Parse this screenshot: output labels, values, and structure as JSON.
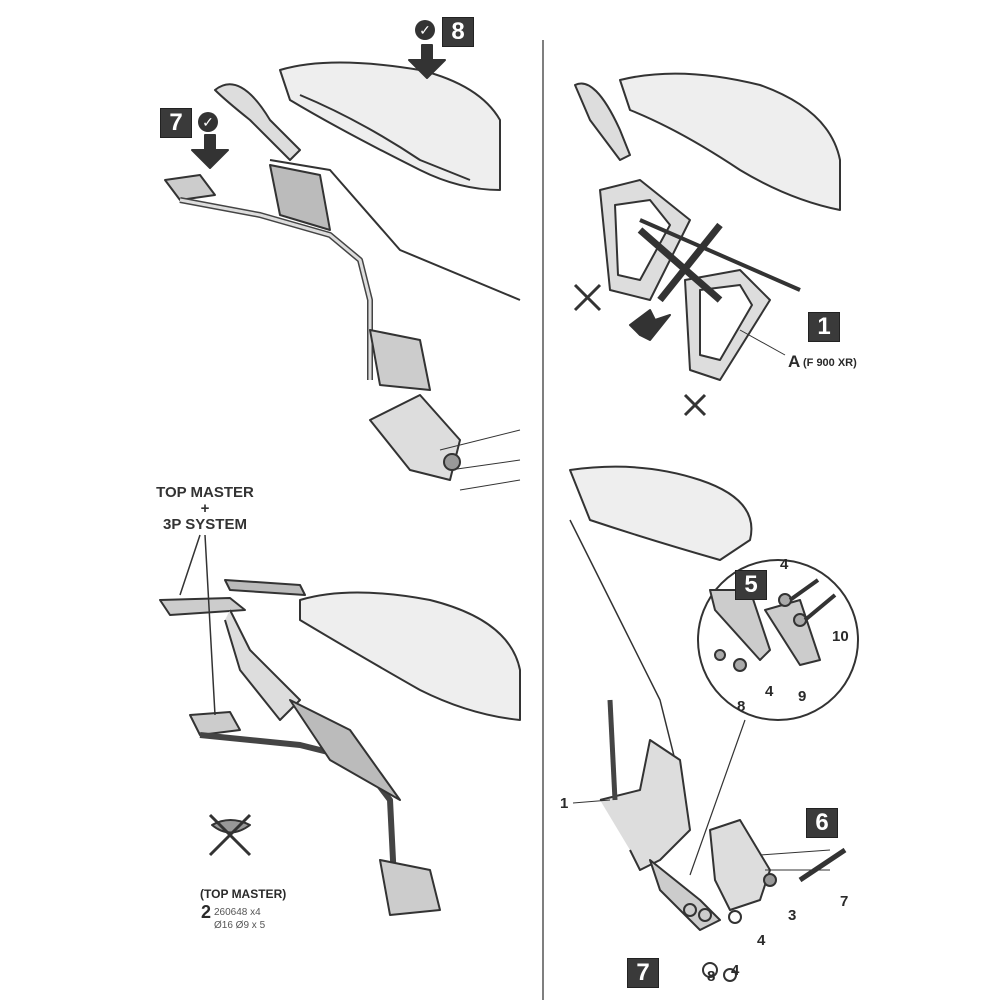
{
  "panels": {
    "top_left": {
      "steps": [
        "8",
        "7"
      ]
    },
    "top_right": {
      "step": "1",
      "label_a": "A",
      "label_a_note": "(F 900 XR)"
    },
    "bottom_left": {
      "title_line1": "TOP MASTER",
      "title_line2": "+",
      "title_line3": "3P SYSTEM",
      "kit_label": "(TOP MASTER)",
      "kit_qty": "2",
      "kit_code": "260648 x4",
      "kit_dims": "Ø16 Ø9 x 5"
    },
    "bottom_right": {
      "steps": [
        "5",
        "6",
        "7"
      ],
      "callouts": [
        "4",
        "10",
        "4",
        "8",
        "9",
        "1",
        "3",
        "7",
        "4",
        "8",
        "4"
      ]
    }
  },
  "colors": {
    "badge": "#3a3a3a",
    "line": "#333333",
    "fill": "#d8d8d8"
  }
}
